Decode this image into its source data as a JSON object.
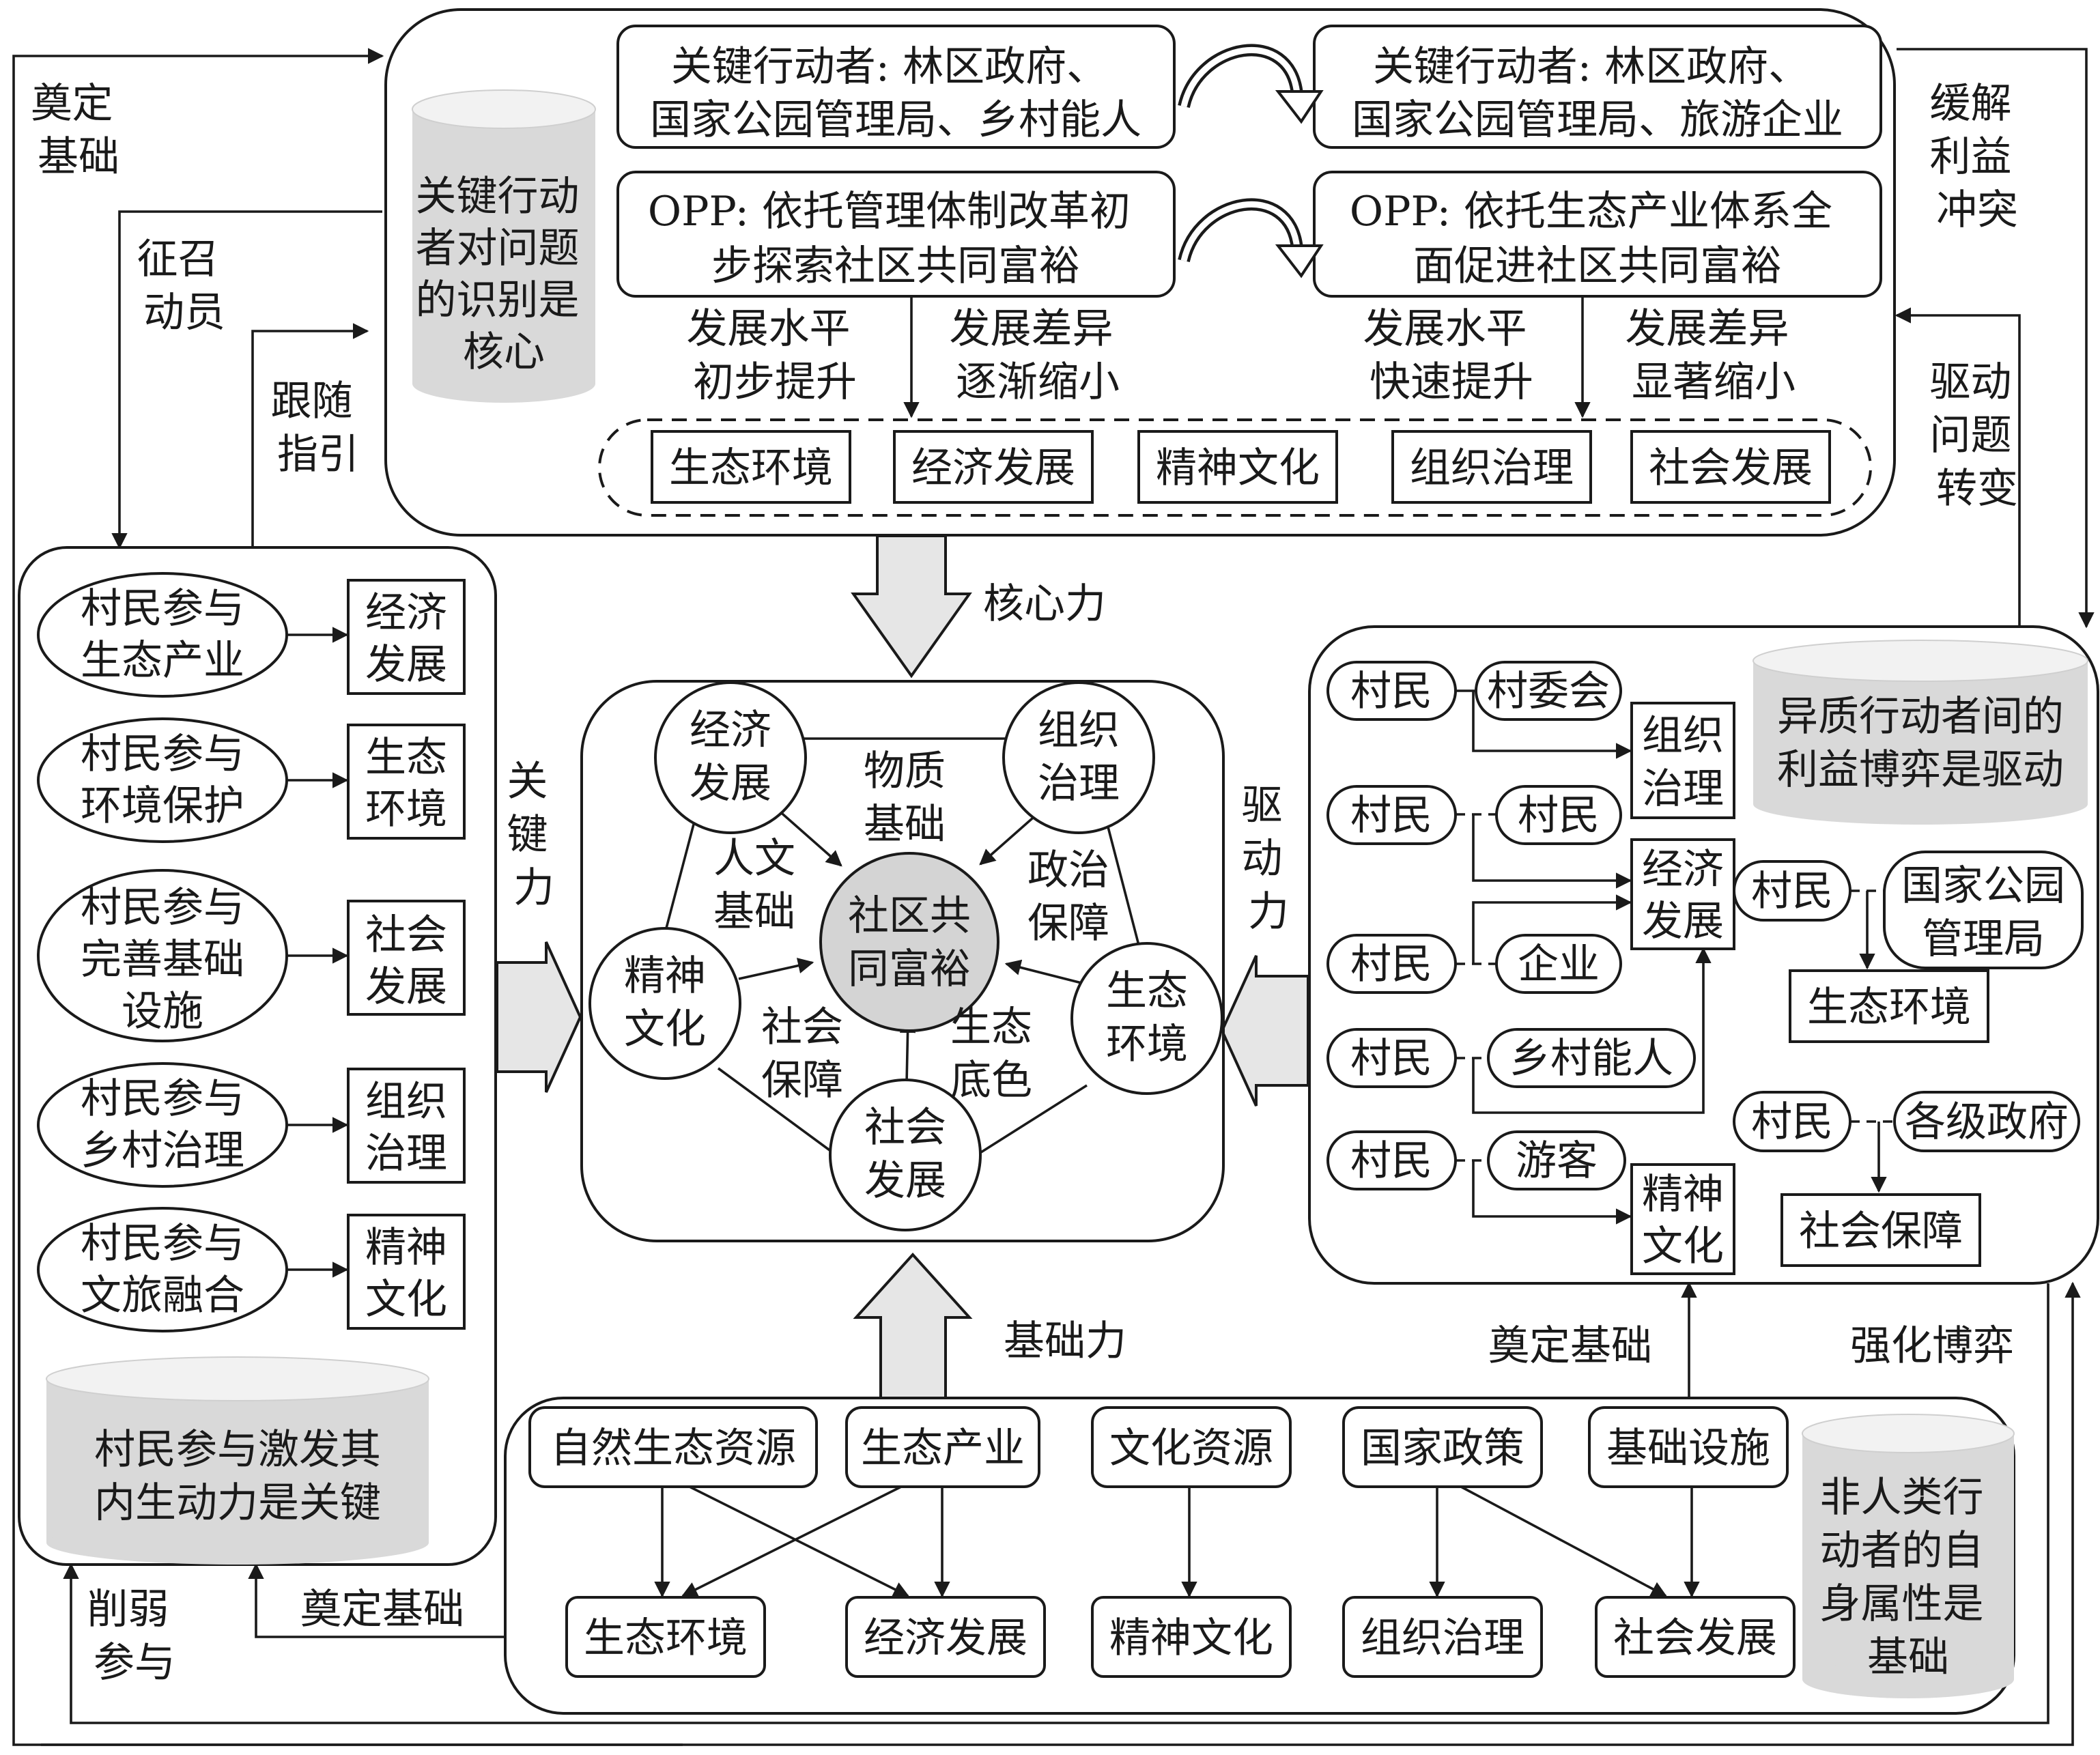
{
  "colors": {
    "stroke": "#1a1a1a",
    "big_arrow_fill": "#e6e6e6",
    "cylinder_fill": "#d9d9d9",
    "core_fill": "#d4d4d4"
  },
  "top": {
    "actor_left": [
      "关键行动者: 林区政府、",
      "国家公园管理局、乡村能人"
    ],
    "actor_right": [
      "关键行动者: 林区政府、",
      "国家公园管理局、旅游企业"
    ],
    "opp_left": [
      "OPP: 依托管理体制改革初",
      "步探索社区共同富裕"
    ],
    "opp_right": [
      "OPP: 依托生态产业体系全",
      "面促进社区共同富裕"
    ],
    "level_left": [
      "发展水平",
      "初步提升"
    ],
    "diff_left": [
      "发展差异",
      "逐渐缩小"
    ],
    "level_right": [
      "发展水平",
      "快速提升"
    ],
    "diff_right": [
      "发展差异",
      "显著缩小"
    ],
    "dims": [
      "生态环境",
      "经济发展",
      "精神文化",
      "组织治理",
      "社会发展"
    ],
    "cylinder": [
      "关键行动",
      "者对问题",
      "的识别是",
      "核心"
    ]
  },
  "outer_labels": {
    "foundation_tl": [
      "奠定",
      "基础"
    ],
    "mobilize": [
      "征召",
      "动员"
    ],
    "follow": [
      "跟随",
      "指引"
    ],
    "ease": [
      "缓解",
      "利益",
      "冲突"
    ],
    "drive_change": [
      "驱动",
      "问题",
      "转变"
    ],
    "weaken": [
      "削弱",
      "参与"
    ],
    "foundation_bl": "奠定基础",
    "foundation_br": "奠定基础",
    "strengthen": "强化博弈"
  },
  "forces": {
    "core": "核心力",
    "key": [
      "关",
      "键",
      "力"
    ],
    "drive": [
      "驱",
      "动",
      "力"
    ],
    "base": "基础力"
  },
  "left": {
    "items": [
      {
        "oval": [
          "村民参与",
          "生态产业"
        ],
        "box": [
          "经济",
          "发展"
        ]
      },
      {
        "oval": [
          "村民参与",
          "环境保护"
        ],
        "box": [
          "生态",
          "环境"
        ]
      },
      {
        "oval": [
          "村民参与",
          "完善基础",
          "设施"
        ],
        "box": [
          "社会",
          "发展"
        ]
      },
      {
        "oval": [
          "村民参与",
          "乡村治理"
        ],
        "box": [
          "组织",
          "治理"
        ]
      },
      {
        "oval": [
          "村民参与",
          "文旅融合"
        ],
        "box": [
          "精神",
          "文化"
        ]
      }
    ],
    "cylinder": [
      "村民参与激发其",
      "内生动力是关键"
    ]
  },
  "center": {
    "core": [
      "社区共",
      "同富裕"
    ],
    "nodes": {
      "econ": [
        "经济",
        "发展"
      ],
      "org": [
        "组织",
        "治理"
      ],
      "spirit": [
        "精神",
        "文化"
      ],
      "eco": [
        "生态",
        "环境"
      ],
      "social": [
        "社会",
        "发展"
      ]
    },
    "labels": {
      "material": [
        "物质",
        "基础"
      ],
      "humanity": [
        "人文",
        "基础"
      ],
      "politics": [
        "政治",
        "保障"
      ],
      "social_security": [
        "社会",
        "保障"
      ],
      "eco_base": [
        "生态",
        "底色"
      ]
    }
  },
  "right": {
    "villager": "村民",
    "partners": [
      "村委会",
      "村民",
      "企业",
      "乡村能人",
      "游客"
    ],
    "targets": {
      "org": [
        "组织",
        "治理"
      ],
      "econ": [
        "经济",
        "发展"
      ],
      "spirit": [
        "精神",
        "文化"
      ]
    },
    "park_partner": [
      "国家公园",
      "管理局"
    ],
    "park_target": "生态环境",
    "gov_partner": "各级政府",
    "gov_target": "社会保障",
    "cylinder": [
      "异质行动者间的",
      "利益博弈是驱动"
    ]
  },
  "bottom": {
    "sources": [
      "自然生态资源",
      "生态产业",
      "文化资源",
      "国家政策",
      "基础设施"
    ],
    "targets": [
      "生态环境",
      "经济发展",
      "精神文化",
      "组织治理",
      "社会发展"
    ],
    "cylinder": [
      "非人类行",
      "动者的自",
      "身属性是",
      "基础"
    ]
  }
}
